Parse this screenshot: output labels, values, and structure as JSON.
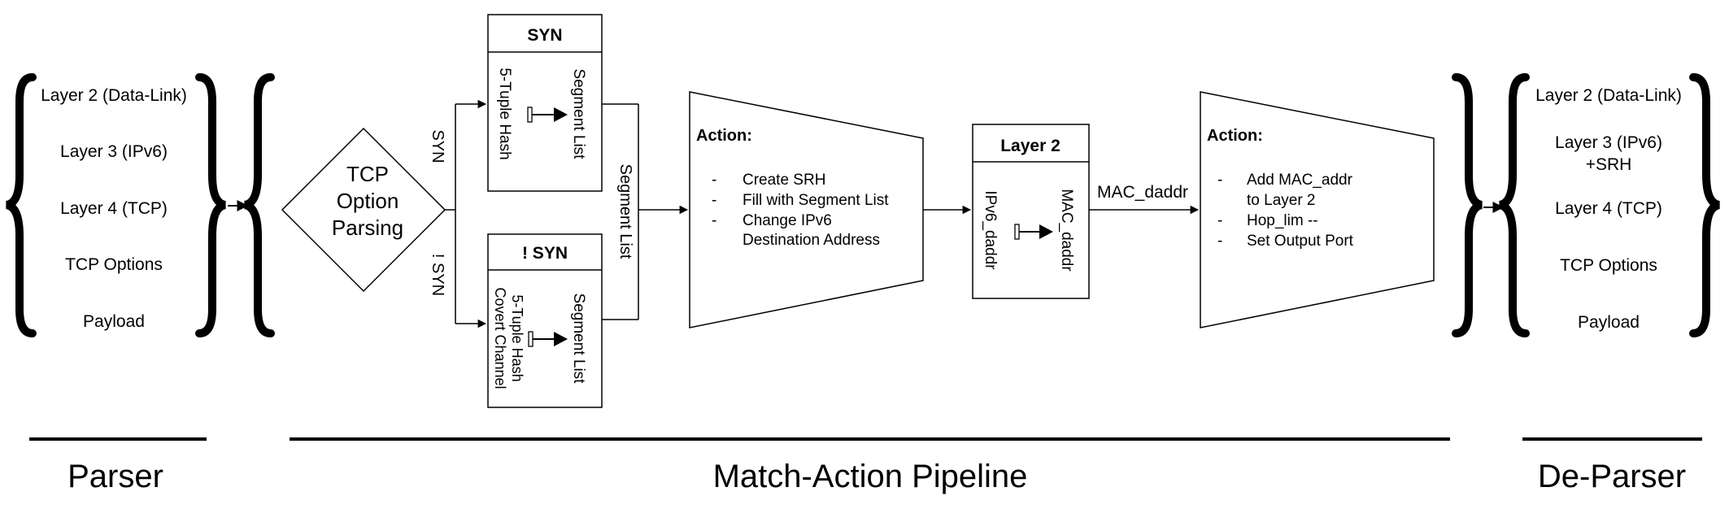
{
  "parser": {
    "layers": [
      "Layer 2 (Data-Link)",
      "Layer 3 (IPv6)",
      "Layer 4 (TCP)",
      "TCP Options",
      "Payload"
    ],
    "section_label": "Parser"
  },
  "decision": {
    "lines": [
      "TCP",
      "Option",
      "Parsing"
    ]
  },
  "branches": {
    "syn_label": "SYN",
    "not_syn_label": "! SYN"
  },
  "syn_table": {
    "title": "SYN",
    "key_label": "5-Tuple Hash",
    "value_label": "Segment List"
  },
  "not_syn_table": {
    "title": "! SYN",
    "key_lines": [
      "5-Tuple Hash",
      "Covert Channel"
    ],
    "value_label": "Segment List"
  },
  "merge_label": "Segment List",
  "action1": {
    "title": "Action:",
    "items": [
      [
        "Create SRH"
      ],
      [
        "Fill with Segment List"
      ],
      [
        "Change IPv6",
        "Destination Address"
      ]
    ]
  },
  "layer2_table": {
    "title": "Layer 2",
    "key_label": "IPv6_daddr",
    "value_label": "MAC_daddr"
  },
  "mac_label": "MAC_daddr",
  "action2": {
    "title": "Action:",
    "items": [
      [
        "Add MAC_addr",
        "to Layer 2"
      ],
      [
        "Hop_lim --"
      ],
      [
        "Set Output Port"
      ]
    ]
  },
  "deparser": {
    "layers": [
      [
        "Layer 2 (Data-Link)"
      ],
      [
        "Layer 3 (IPv6)",
        "+SRH"
      ],
      [
        "Layer 4 (TCP)"
      ],
      [
        "TCP Options"
      ],
      [
        "Payload"
      ]
    ],
    "section_label": "De-Parser"
  },
  "pipeline_label": "Match-Action Pipeline",
  "bullet": "-"
}
